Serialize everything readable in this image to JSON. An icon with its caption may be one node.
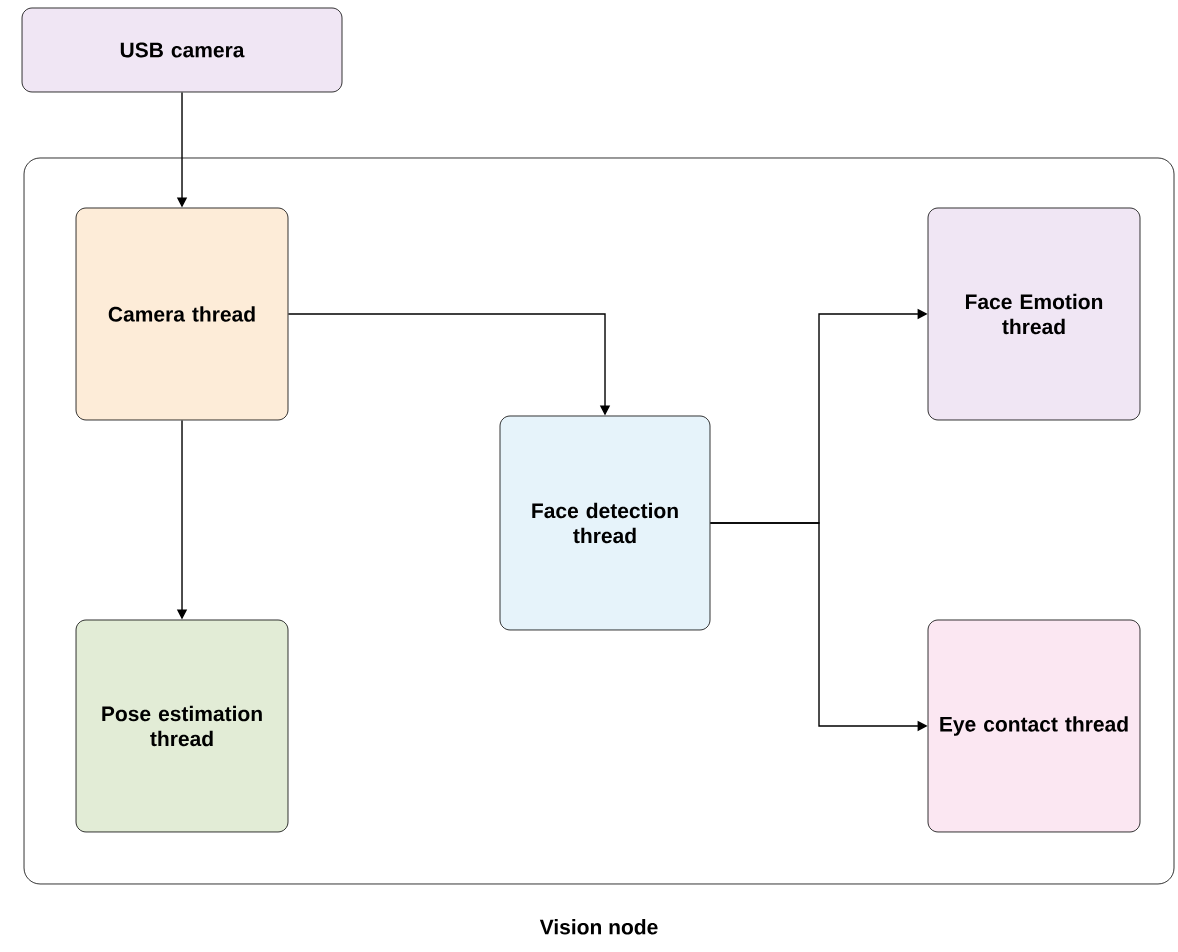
{
  "diagram": {
    "nodes": [
      {
        "text": [
          "Vision node"
        ]
      },
      {
        "text": [
          "USB camera"
        ]
      },
      {
        "text": [
          "Camera thread"
        ],
        "in": 0
      },
      {
        "text": [
          "Face detection thread"
        ],
        "in": 0
      },
      {
        "text": [
          "Face Emotion thread"
        ],
        "in": 0
      },
      {
        "text": [
          "Pose estimation thread"
        ],
        "in": 0
      },
      {
        "text": [
          "Eye contact thread"
        ],
        "in": 0
      }
    ],
    "edges": [
      {
        "from": 1,
        "to": 2,
        "arrow": "to"
      },
      {
        "from": 2,
        "to": 3,
        "arrow": "to"
      },
      {
        "from": 2,
        "to": 5,
        "arrow": "to"
      },
      {
        "from": 3,
        "to": 4,
        "arrow": "to"
      },
      {
        "from": 3,
        "to": 6,
        "arrow": "to"
      }
    ]
  }
}
